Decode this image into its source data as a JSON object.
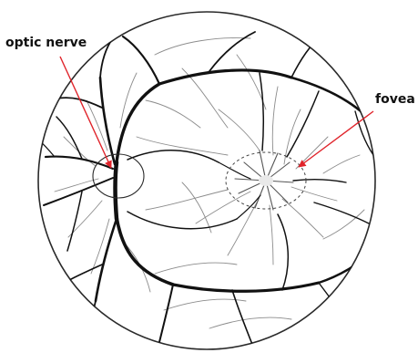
{
  "labels": {
    "optic_nerve": "optic nerve",
    "fovea": "fovea"
  },
  "colors": {
    "background": "#ffffff",
    "vessel": "#111111",
    "outline": "#2a2a2a",
    "pointer": "#e0242b",
    "fine_vessel": "#8c8c8c"
  },
  "icons": {
    "pointer": "arrow"
  }
}
